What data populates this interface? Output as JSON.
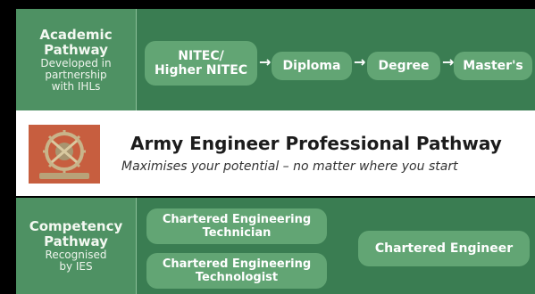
{
  "academic": {
    "heading": "Academic",
    "heading2": "Pathway",
    "desc_lines": [
      "Developed in",
      "partnership",
      "with IHLs"
    ],
    "steps": [
      {
        "line1": "NITEC/",
        "line2": "Higher NITEC"
      },
      {
        "label": "Diploma"
      },
      {
        "label": "Degree"
      },
      {
        "label": "Master's"
      }
    ]
  },
  "banner": {
    "title": "Army Engineer Professional Pathway",
    "subtitle": "Maximises your potential – no matter where you start",
    "emblem_colors": {
      "background": "#c75e3f",
      "metal": "#c8b48a",
      "scroll": "#b8a278"
    }
  },
  "competency": {
    "heading": "Competency",
    "heading2": "Pathway",
    "desc_lines": [
      "Recognised",
      "by IES"
    ],
    "items": [
      {
        "line1": "Chartered Engineering",
        "line2": "Technician"
      },
      {
        "line1": "Chartered Engineering",
        "line2": "Technologist"
      },
      {
        "label": "Chartered Engineer"
      }
    ]
  },
  "colors": {
    "band": "#3a7d52",
    "side": "#4e9163",
    "pill": "#62a574"
  }
}
